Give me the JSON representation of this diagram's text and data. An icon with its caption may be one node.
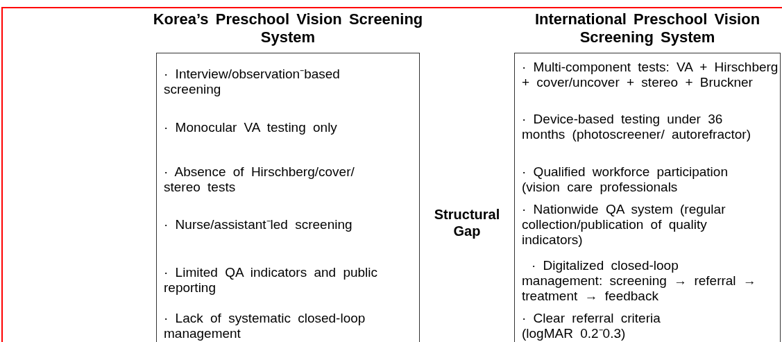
{
  "diagram": {
    "nodes": [
      {
        "text": [
          "Korea’s Preschool Vision Screening System",
          "· Interview/observation⁻based screening",
          "· Monocular VA testing only",
          "· Absence of Hirschberg/cover/ stereo tests",
          "· Nurse/assistant⁻led screening",
          "· Limited QA indicators and public reporting",
          "· Lack of systematic closed-loop management"
        ]
      },
      {
        "text": [
          "International Preschool Vision Screening System",
          "· Multi-component tests: VA + Hirschberg + cover/uncover + stereo + Bruckner",
          "· Device-based testing under 36 months (photoscreener/ autorefractor)",
          "· Qualified workforce participation (vision care professionals",
          "· Nationwide QA system (regular collection/publication of quality indicators)",
          "· Digitalized closed-loop management: screening → referral → treatment → feedback",
          "· Clear referral criteria (logMAR 0.2⁻0.3)"
        ]
      }
    ],
    "labels": [
      "Structural Gap"
    ]
  }
}
